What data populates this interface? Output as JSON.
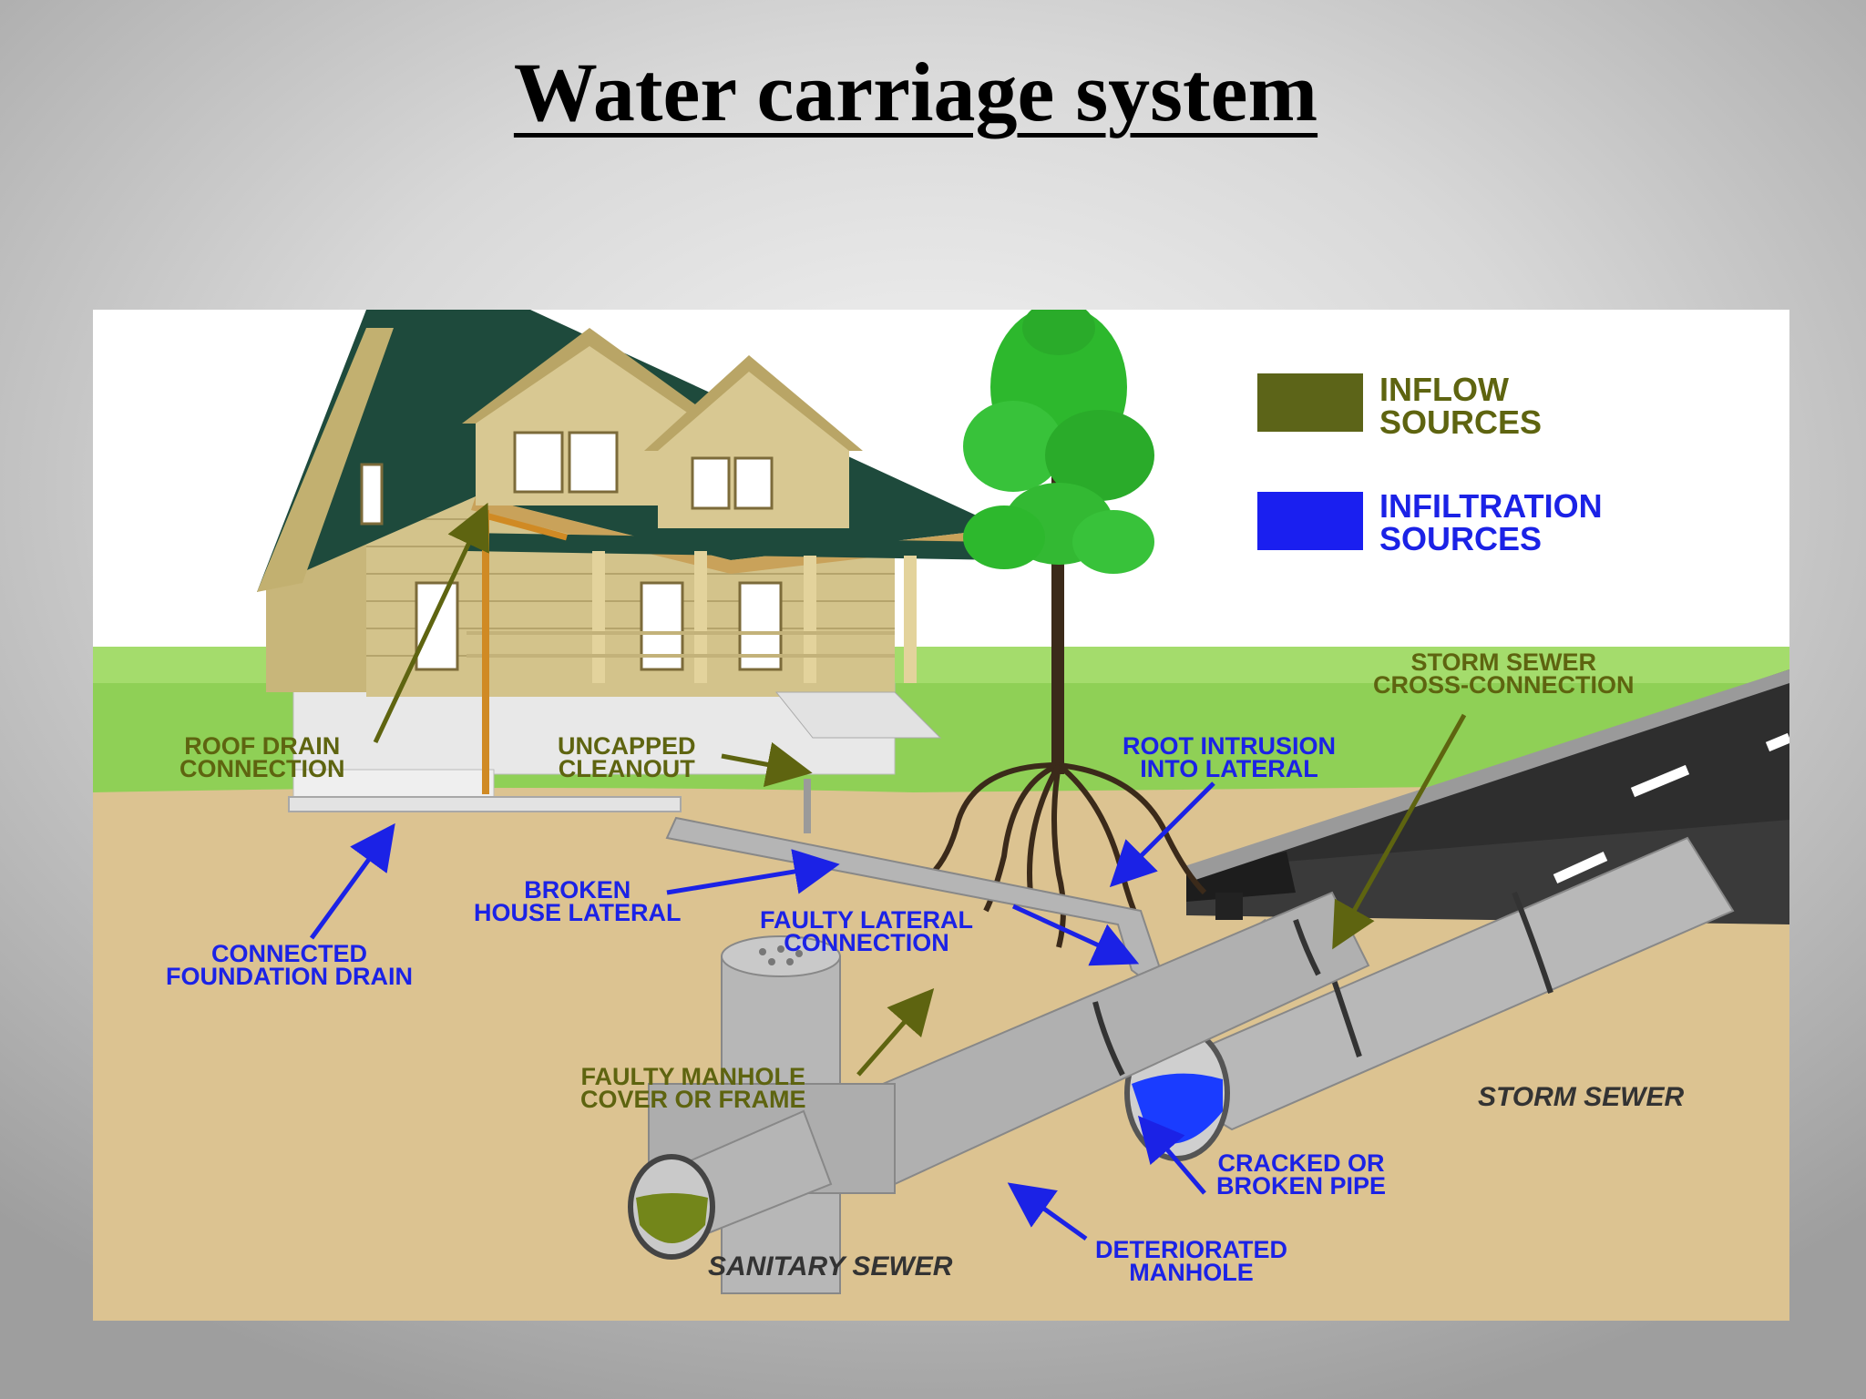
{
  "title": "Water carriage system",
  "legend": {
    "inflow": {
      "label": "INFLOW\nSOURCES",
      "color": "#5c6418"
    },
    "infiltration": {
      "label": "INFILTRATION\nSOURCES",
      "color": "#1a1ff0"
    }
  },
  "labels": {
    "roof_drain": "ROOF DRAIN\nCONNECTION",
    "uncapped_cleanout": "UNCAPPED\nCLEANOUT",
    "root_intrusion": "ROOT INTRUSION\nINTO LATERAL",
    "storm_cross": "STORM SEWER\nCROSS-CONNECTION",
    "broken_lateral": "BROKEN\nHOUSE LATERAL",
    "faulty_lateral": "FAULTY LATERAL\nCONNECTION",
    "connected_foundation": "CONNECTED\nFOUNDATION DRAIN",
    "faulty_manhole": "FAULTY MANHOLE\nCOVER OR FRAME",
    "cracked_pipe": "CRACKED OR\nBROKEN PIPE",
    "deteriorated_manhole": "DETERIORATED\nMANHOLE",
    "storm_sewer": "STORM SEWER",
    "sanitary_sewer": "SANITARY SEWER"
  },
  "colors": {
    "inflow_text": "#5e6410",
    "infiltration_text": "#1b22e6",
    "soil": "#dcc391",
    "grass": "#96d35a"
  }
}
